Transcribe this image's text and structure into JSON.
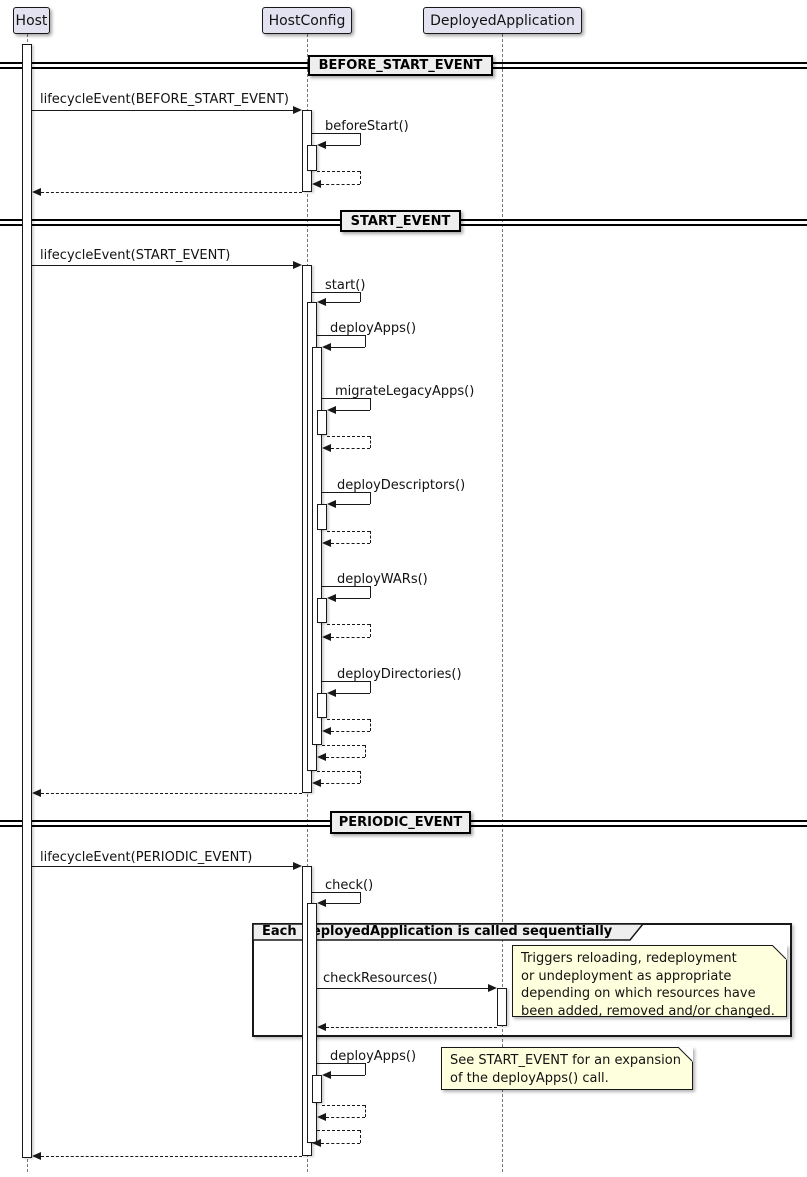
{
  "diagram": {
    "participants": [
      {
        "label": "Host"
      },
      {
        "label": "HostConfig"
      },
      {
        "label": "DeployedApplication"
      }
    ],
    "dividers": [
      {
        "label": "BEFORE_START_EVENT"
      },
      {
        "label": "START_EVENT"
      },
      {
        "label": "PERIODIC_EVENT"
      }
    ],
    "messages": {
      "m1": "lifecycleEvent(BEFORE_START_EVENT)",
      "beforeStart": "beforeStart()",
      "m2": "lifecycleEvent(START_EVENT)",
      "start": "start()",
      "deployApps": "deployApps()",
      "migrateLegacyApps": "migrateLegacyApps()",
      "deployDescriptors": "deployDescriptors()",
      "deployWARs": "deployWARs()",
      "deployDirectories": "deployDirectories()",
      "m3": "lifecycleEvent(PERIODIC_EVENT)",
      "check": "check()",
      "checkResources": "checkResources()",
      "deployApps2": "deployApps()"
    },
    "group": {
      "title": "Each DeployedApplication is called sequentially"
    },
    "notes": {
      "note1": {
        "lines": [
          "Triggers reloading, redeployment",
          "or undeployment as appropriate",
          "depending on which resources have",
          "been added, removed and/or changed."
        ]
      },
      "note2": {
        "lines": [
          "See START_EVENT for an expansion",
          "of the deployApps() call."
        ]
      }
    },
    "colors": {
      "participant_fill": "#E2E2F0",
      "divider_fill": "#EEEEEE",
      "note_fill": "#FEFFDD",
      "line": "#181818",
      "background": "#FFFFFF"
    }
  }
}
